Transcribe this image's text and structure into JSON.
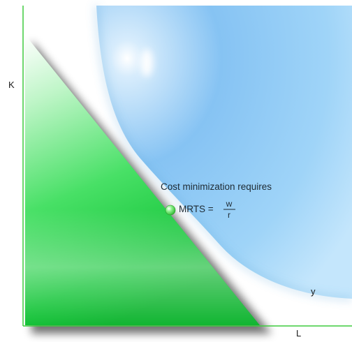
{
  "axes": {
    "y_label": "K",
    "x_label": "L"
  },
  "isoquant": {
    "label": "y",
    "color": "#8ccaf4"
  },
  "isocost_region": {
    "color": "#22dd4a"
  },
  "annotation": {
    "line1": "Cost minimization requires",
    "lhs": "MRTS =",
    "numerator": "w",
    "denominator": "r"
  },
  "colors": {
    "axis": "#3ecb3e",
    "point": "#4fe04f"
  }
}
